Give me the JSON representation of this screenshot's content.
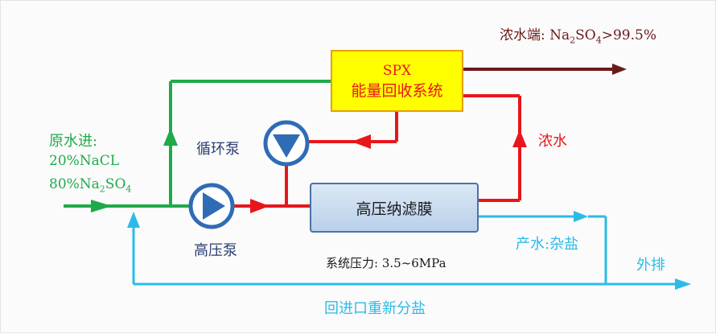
{
  "labels": {
    "concentrate_end": "浓水端: Na",
    "concentrate_end_sub": "2",
    "concentrate_end_mid": "SO",
    "concentrate_end_sub2": "4",
    "concentrate_end_tail": ">99.5%",
    "spx_line1": "SPX",
    "spx_line2": "能量回收系统",
    "circulation_pump": "循环泵",
    "concentrate": "浓水",
    "raw_water_in": "原水进:",
    "raw_nacl": "20%NaCL",
    "raw_na2so4_a": "80%Na",
    "raw_na2so4_sub": "2",
    "raw_na2so4_b": "SO",
    "raw_na2so4_sub2": "4",
    "membrane": "高压纳滤膜",
    "high_pressure_pump": "高压泵",
    "system_pressure": "系统压力: 3.5~6MPa",
    "product_water": "产水:杂盐",
    "discharge": "外排",
    "return_inlet": "回进口重新分盐"
  },
  "colors": {
    "green": "#1faa4a",
    "red": "#e8161b",
    "blue": "#2bbbe8",
    "dark_red": "#6b1a1a",
    "pump_blue": "#2f6cb5",
    "spx_yellow": "#ffff00",
    "membrane_fill": "#c9ddf0",
    "navy_text": "#2c3f73"
  }
}
